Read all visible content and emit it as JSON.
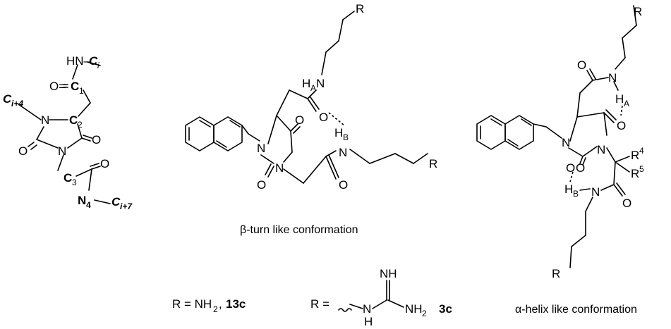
{
  "scheme": {
    "left": {
      "amide_nh": "HN–",
      "ci": "C",
      "ci_sub": "i",
      "oxo_c1_o": "O=",
      "c1": "C",
      "c1_sub": "1",
      "ci4": "C",
      "ci4_sub": "i+4",
      "n_ring1": "N",
      "c2": "C",
      "c2_sub": "2",
      "o_ring_left": "O",
      "o_ring_right": "O",
      "n_ring2": "N",
      "c3": "C",
      "c3_sub": "3",
      "o_c3": "O",
      "n4": "N",
      "n4_sub": "4",
      "ci7": "C",
      "ci7_sub": "i+7"
    },
    "middle": {
      "r_top": "R",
      "ha_h": "H",
      "ha_sub": "A",
      "ha_n": "N",
      "o_hb": "O",
      "hb_h": "H",
      "hb_sub": "B",
      "n_hb": "N",
      "r_right": "R",
      "n_left": "N",
      "n_right": "N",
      "o_ring_top": "O",
      "o_ring_bottom": "O",
      "o_acetyl": "O",
      "caption": "β-turn like conformation"
    },
    "right": {
      "r_top": "R",
      "o_amide": "O",
      "n_amide": "N",
      "h_a": "H",
      "h_a_sub": "A",
      "o_ring_right": "O",
      "n_ring_left": "N",
      "n_ring_right": "N",
      "o_ring_bottom": "O",
      "r4": "R",
      "r4_sup": "4",
      "r5": "R",
      "r5_sup": "5",
      "o_hb": "O",
      "h_b": "H",
      "h_b_sub": "B",
      "n_lower": "N",
      "o_lower": "O",
      "r_bottom": "R",
      "caption": "α-helix like conformation"
    },
    "legend": {
      "r_nh2": "R = NH",
      "r_nh2_sub": "2",
      "r_nh2_sep": ",",
      "r_nh2_cmp": "13c",
      "r_guan": "R =",
      "guan_nh_top": "NH",
      "guan_n": "N",
      "guan_h": "H",
      "guan_nh2": "NH",
      "guan_nh2_sub": "2",
      "guan_cmp": "3c"
    }
  }
}
